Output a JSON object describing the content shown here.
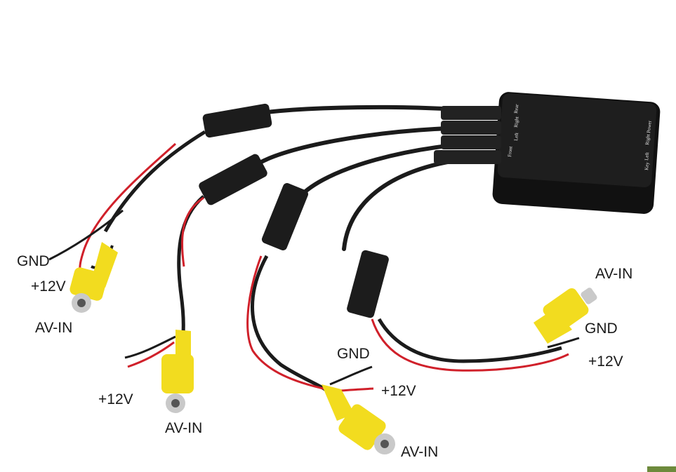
{
  "labels": {
    "g1_gnd": "GND",
    "g1_v12": "+12V",
    "g1_avin": "AV-IN",
    "g2_v12": "+12V",
    "g2_avin": "AV-IN",
    "g3_gnd": "GND",
    "g3_v12": "+12V",
    "g3_avin": "AV-IN",
    "g4_avin": "AV-IN",
    "g4_gnd": "GND",
    "g4_v12": "+12V"
  },
  "box": {
    "front": "Front",
    "left": "Left",
    "right": "Right",
    "rear": "Rear",
    "key": "Key",
    "left2": "Left",
    "right2": "Right",
    "power": "Power"
  },
  "colors": {
    "cable": "#1b1b1b",
    "red_wire": "#d0202a",
    "rca_yellow": "#f2dc1f",
    "box": "#141414"
  }
}
